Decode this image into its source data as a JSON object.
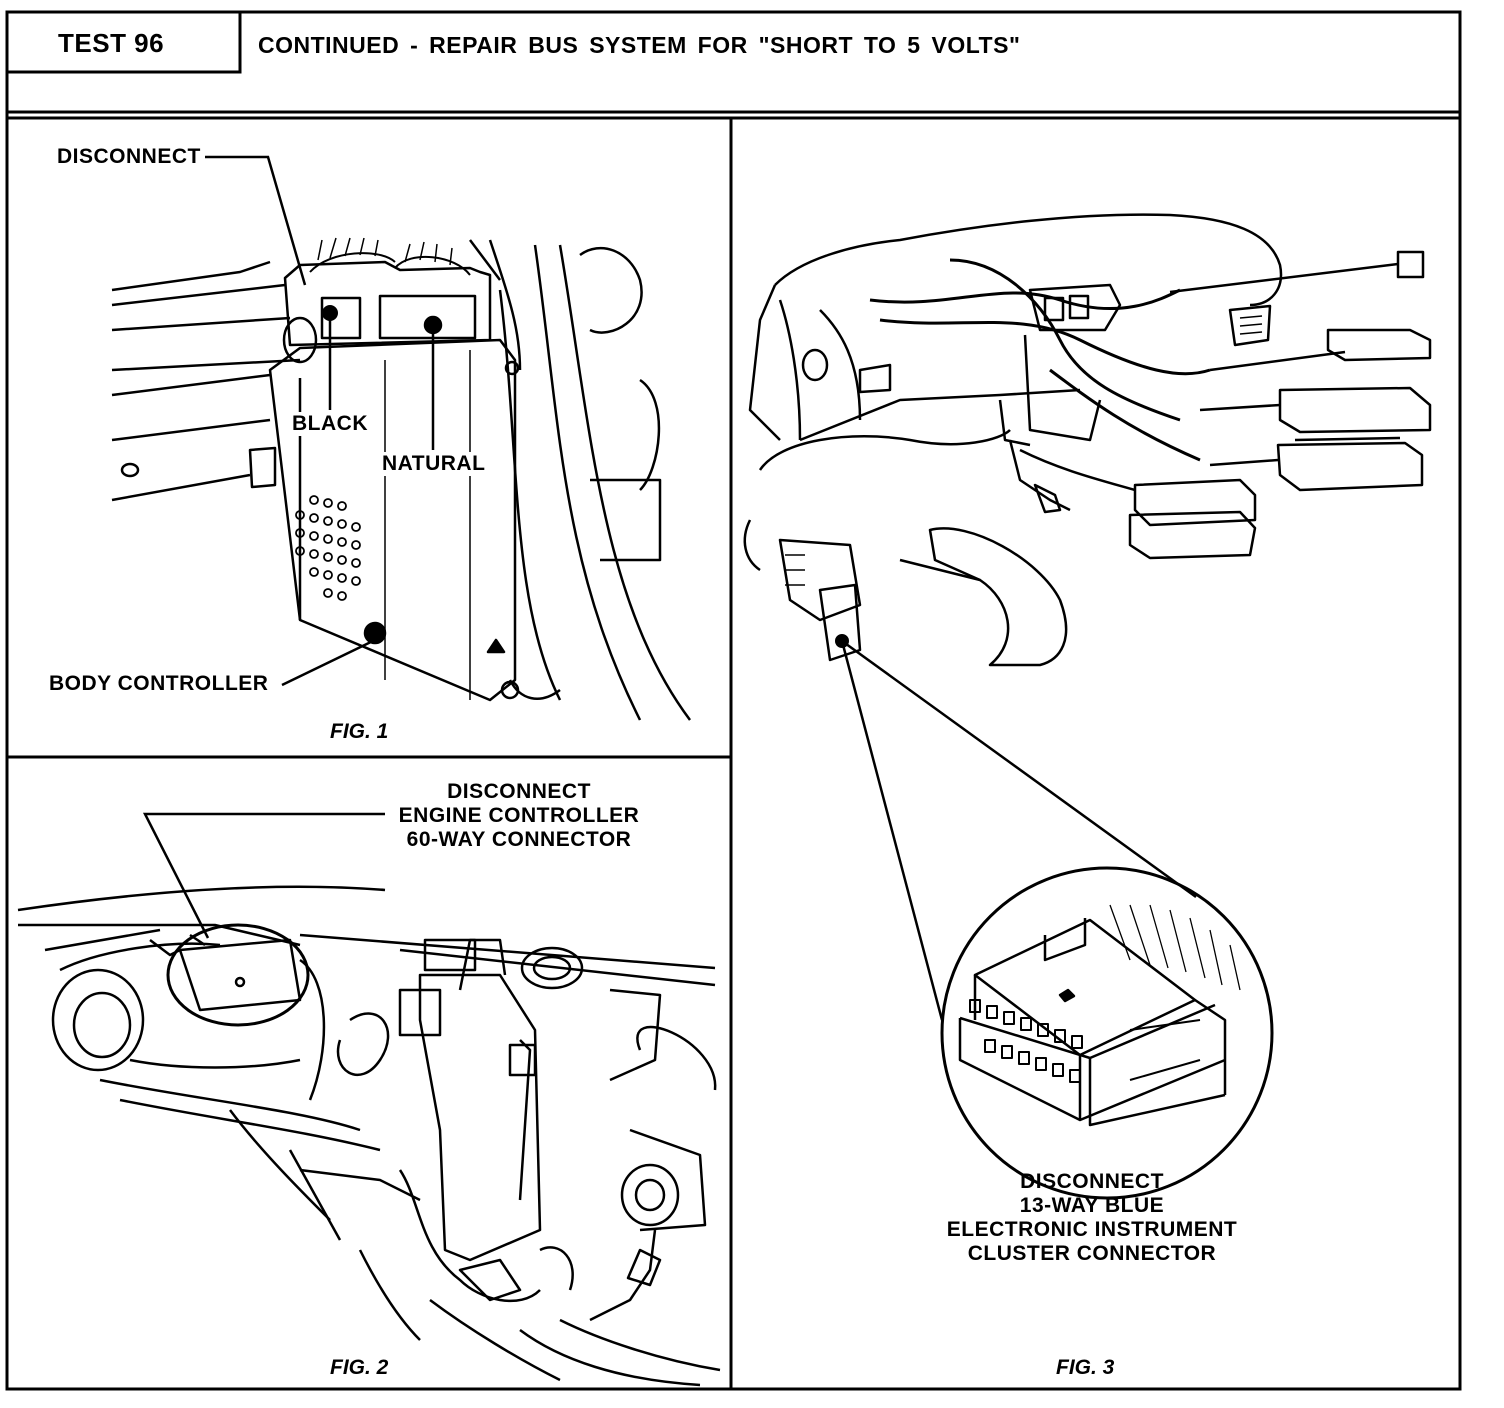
{
  "header": {
    "test_label": "TEST 96",
    "title": "CONTINUED - REPAIR BUS SYSTEM FOR \"SHORT TO 5 VOLTS\""
  },
  "fig1": {
    "caption": "FIG. 1",
    "labels": {
      "disconnect": "DISCONNECT",
      "black": "BLACK",
      "natural": "NATURAL",
      "body_controller": "BODY CONTROLLER"
    }
  },
  "fig2": {
    "caption": "FIG. 2",
    "callout": [
      "DISCONNECT",
      "ENGINE CONTROLLER",
      "60-WAY CONNECTOR"
    ]
  },
  "fig3": {
    "caption": "FIG. 3",
    "callout": [
      "DISCONNECT",
      "13-WAY BLUE",
      "ELECTRONIC INSTRUMENT",
      "CLUSTER CONNECTOR"
    ]
  }
}
